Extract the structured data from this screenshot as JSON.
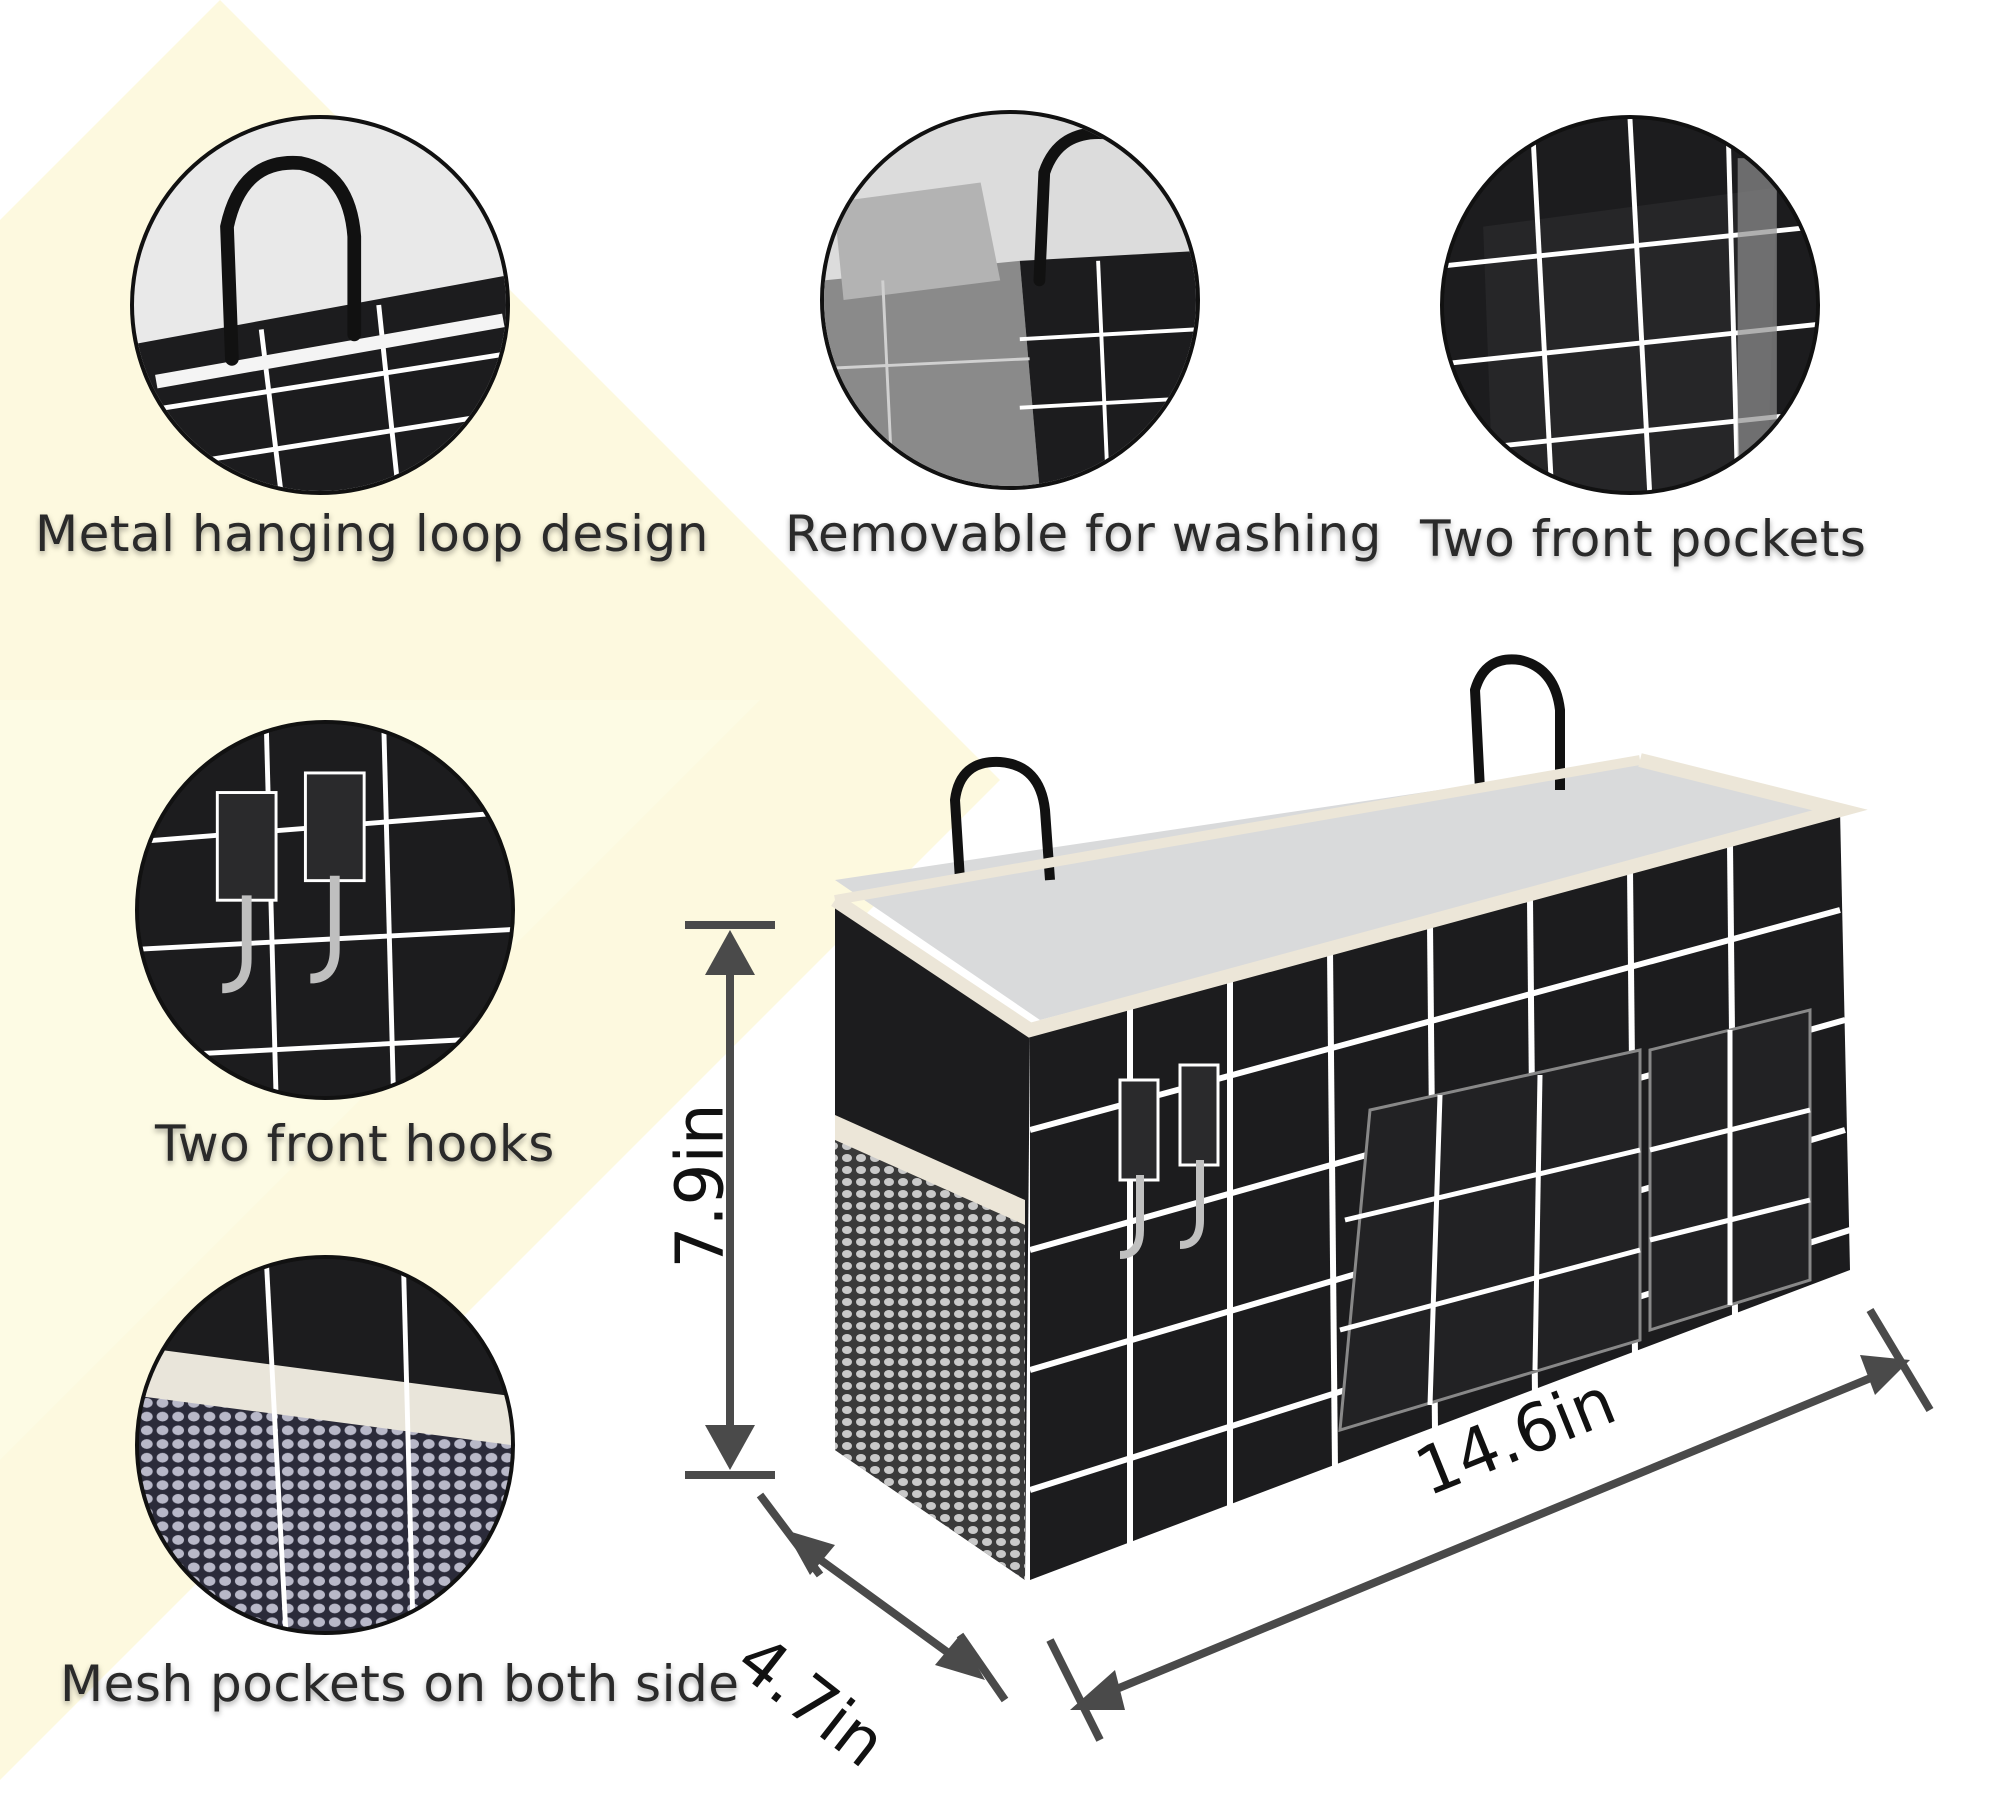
{
  "features": [
    {
      "id": "loop",
      "label": "Metal hanging loop design",
      "icon": "metal-loop-icon"
    },
    {
      "id": "washing",
      "label": "Removable for washing",
      "icon": "removable-cover-icon"
    },
    {
      "id": "pockets",
      "label": "Two front pockets",
      "icon": "front-pocket-icon"
    },
    {
      "id": "hooks",
      "label": "Two front hooks",
      "icon": "hook-icon"
    },
    {
      "id": "mesh",
      "label": "Mesh pockets on both side",
      "icon": "mesh-pocket-icon"
    }
  ],
  "dimensions": {
    "height": "7.9in",
    "depth": "4.7in",
    "width": "14.6in"
  },
  "colors": {
    "fabric": "#1c1c1e",
    "grid_line": "#ffffff",
    "background_accent": "#fdf9df",
    "dimension_arrow": "#4a4a4a"
  }
}
